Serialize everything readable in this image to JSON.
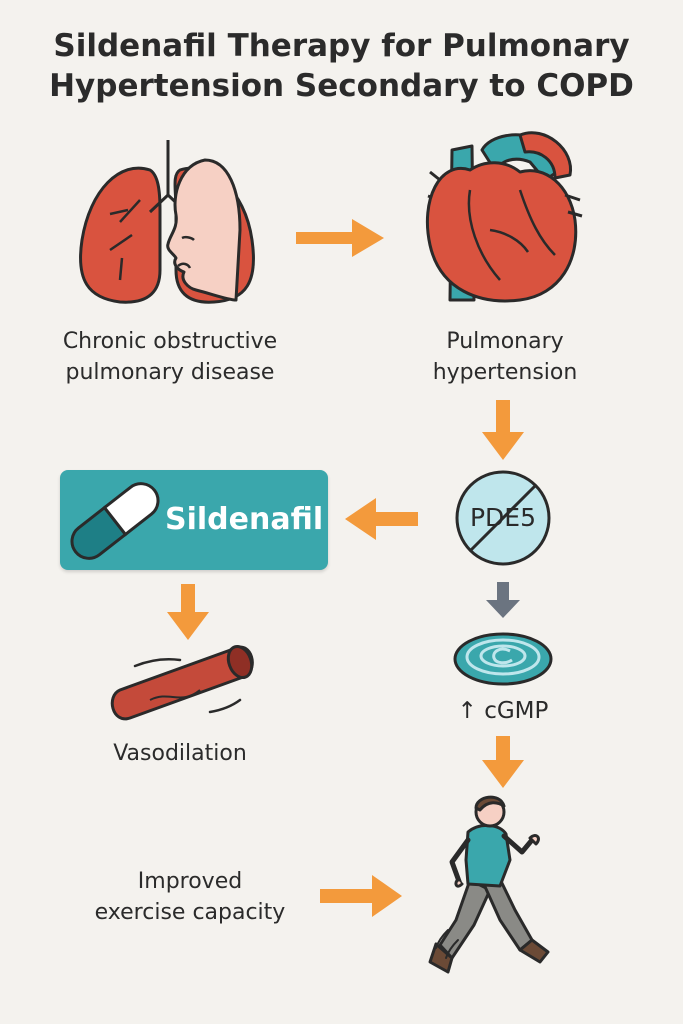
{
  "title": {
    "line1": "Sildenafil Therapy for Pulmonary",
    "line2": "Hypertension Secondary to COPD"
  },
  "nodes": {
    "copd": {
      "line1": "Chronic obstructive",
      "line2": "pulmonary disease",
      "icon": "lungs-icon"
    },
    "ph": {
      "line1": "Pulmonary",
      "line2": "hypertension",
      "icon": "heart-icon"
    },
    "pde5": {
      "label": "PDE5",
      "icon": "pde5-inhibited-icon"
    },
    "sildenafil": {
      "label": "Sildenafil",
      "icon": "pill-icon"
    },
    "cgmp": {
      "label": "↑ cGMP",
      "icon": "cgmp-disc-icon"
    },
    "vasodilation": {
      "label": "Vasodilation",
      "icon": "blood-vessel-icon"
    },
    "exercise": {
      "line1": "Improved",
      "line2": "exercise capacity",
      "icon": "running-person-icon"
    }
  },
  "colors": {
    "background": "#f4f2ee",
    "arrow": "#f39a3c",
    "arrow_gray": "#6b7480",
    "teal": "#3aa7ac",
    "red": "#d9533f",
    "light_teal": "#bfe6ec"
  }
}
